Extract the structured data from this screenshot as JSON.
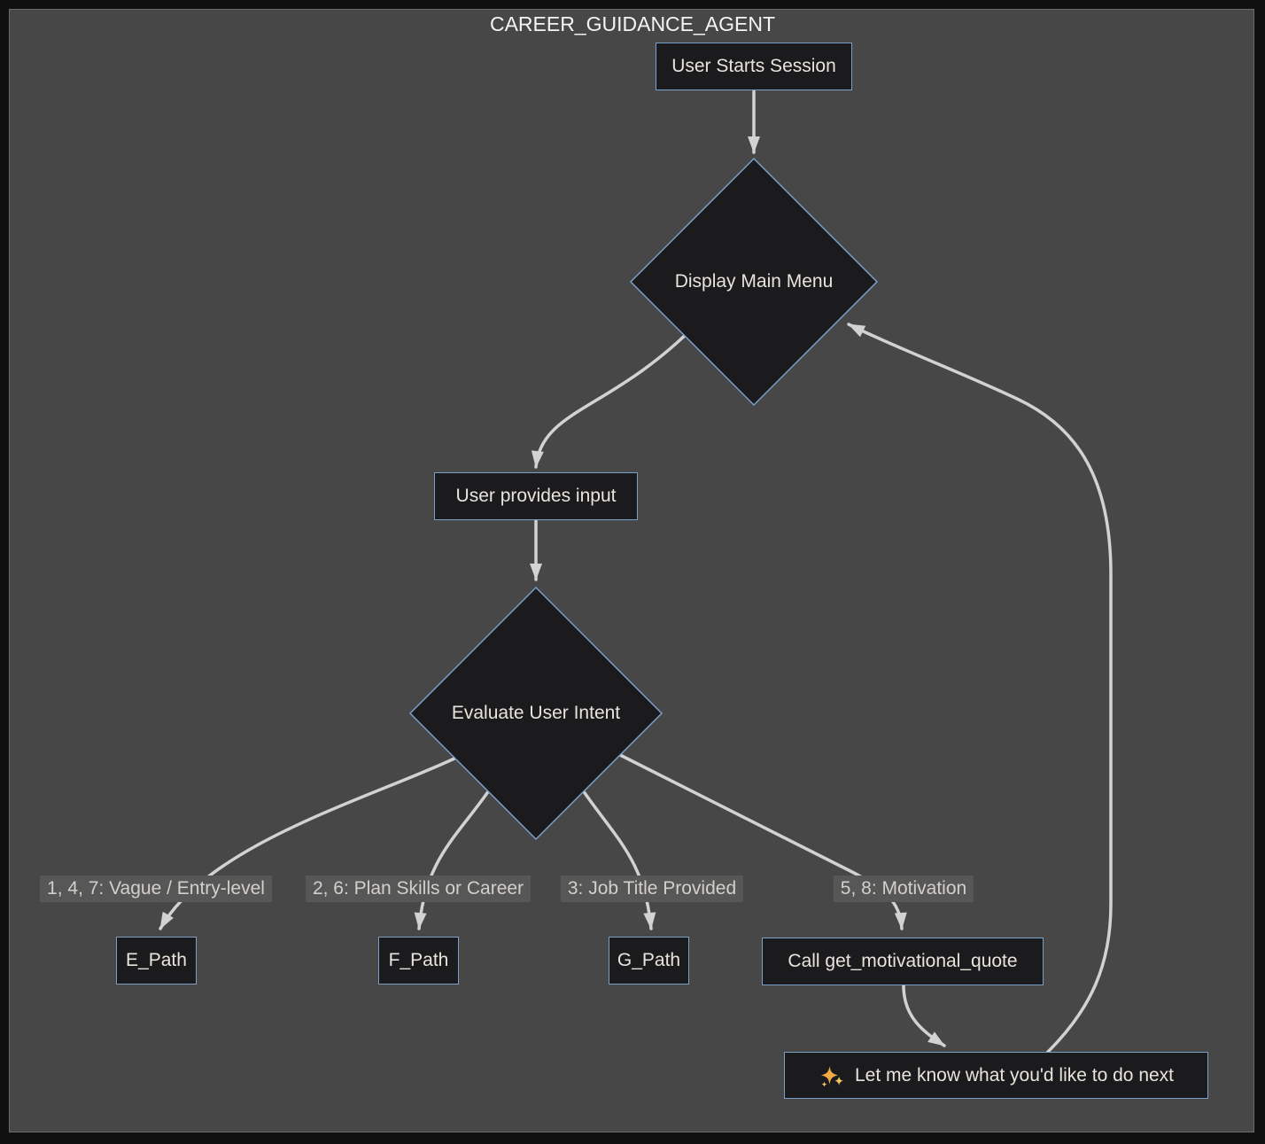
{
  "diagram": {
    "title": "CAREER_GUIDANCE_AGENT",
    "nodes": {
      "start": {
        "label": "User Starts Session"
      },
      "menu": {
        "label": "Display Main Menu"
      },
      "input": {
        "label": "User provides input"
      },
      "evaluate": {
        "label": "Evaluate User Intent"
      },
      "e_path": {
        "label": "E_Path"
      },
      "f_path": {
        "label": "F_Path"
      },
      "g_path": {
        "label": "G_Path"
      },
      "quote": {
        "label": "Call get_motivational_quote"
      },
      "final": {
        "label": "Let me know what you'd like to do next",
        "icon": "sparkles"
      }
    },
    "edge_labels": {
      "vague": "1, 4, 7: Vague / Entry-level",
      "plan": "2, 6: Plan Skills or Career",
      "job_title": "3: Job Title Provided",
      "motivation": "5, 8: Motivation"
    },
    "colors": {
      "outer_background": "#101011",
      "canvas_background": "#474747",
      "node_fill": "#1b1b1d",
      "node_border": "#7aa0c6",
      "edge_color": "#d2d2d2",
      "edge_label_background": "#575757",
      "node_text": "#e8e4dc",
      "title_text": "#f4f4f4",
      "sparkle_orange": "#f5a944",
      "sparkle_yellow": "#f8c963"
    }
  }
}
